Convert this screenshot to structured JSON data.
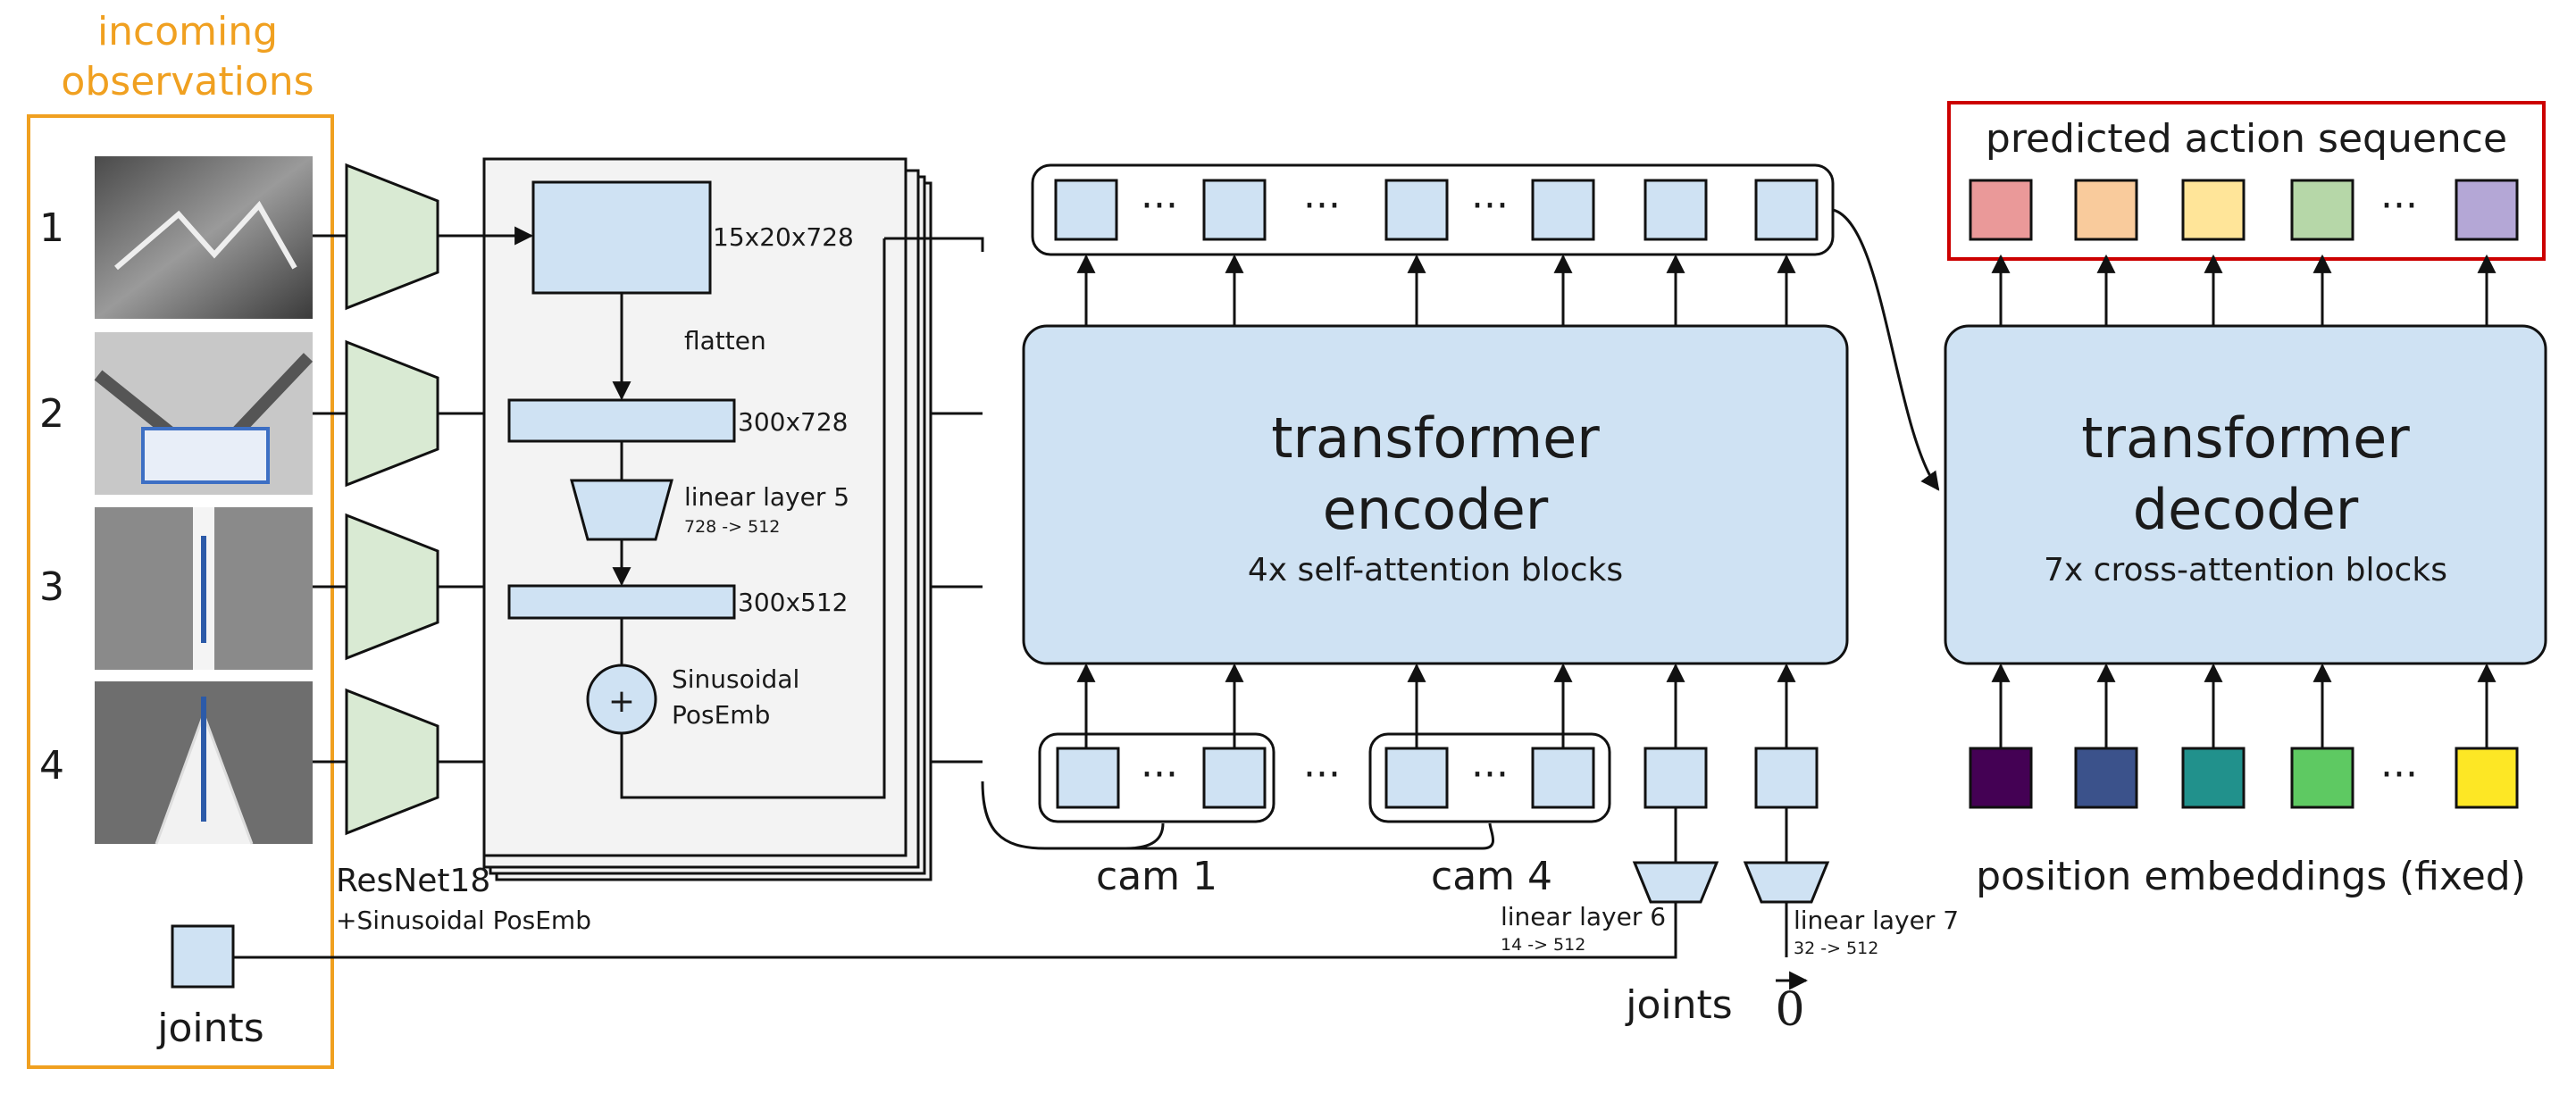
{
  "observations": {
    "title_line1": "incoming",
    "title_line2": "observations",
    "camera_numbers": [
      "1",
      "2",
      "3",
      "4"
    ],
    "joints_label": "joints"
  },
  "backbone": {
    "name": "ResNet18",
    "subtitle": "+Sinusoidal PosEmb",
    "feature_dims": "15x20x728",
    "flatten_label": "flatten",
    "flat_dims": "300x728",
    "linear5_label": "linear layer 5",
    "linear5_dims": "728 -> 512",
    "proj_dims": "300x512",
    "plus_symbol": "+",
    "posemb_line1": "Sinusoidal",
    "posemb_line2": "PosEmb"
  },
  "encoder": {
    "title_line1": "transformer",
    "title_line2": "encoder",
    "subtitle": "4x self-attention blocks",
    "cam1_label": "cam 1",
    "cam4_label": "cam 4",
    "linear6_label": "linear layer 6",
    "linear6_dims": "14 -> 512",
    "linear7_label": "linear layer 7",
    "linear7_dims": "32 -> 512",
    "joints_label": "joints",
    "zero_vector": "0",
    "ellipsis": "···"
  },
  "decoder": {
    "title_line1": "transformer",
    "title_line2": "decoder",
    "subtitle": "7x cross-attention blocks",
    "output_title": "predicted action sequence",
    "output_colors": [
      "#ea9999",
      "#f9cb9c",
      "#ffe599",
      "#b6d7a8",
      "#b4a7d6"
    ],
    "position_label": "position embeddings (fixed)",
    "position_colors": [
      "#440154",
      "#3b528b",
      "#21918c",
      "#5ec962",
      "#fde725"
    ]
  },
  "colors": {
    "accent": "#f0a020",
    "output_border": "#cc0000",
    "block_fill": "#cfe2f3",
    "backbone_fill": "#d9ead3"
  }
}
